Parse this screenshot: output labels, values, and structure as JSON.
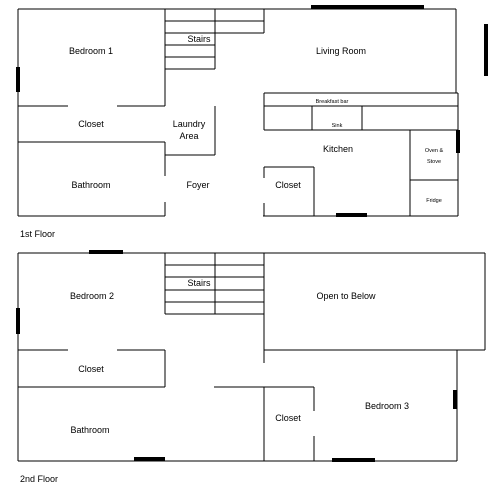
{
  "floors": [
    {
      "caption": "1st Floor",
      "rooms": {
        "bedroom": "Bedroom 1",
        "stairs": "Stairs",
        "living": "Living Room",
        "closet_left": "Closet",
        "laundry_line1": "Laundry",
        "laundry_line2": "Area",
        "breakfast_bar": "Breakfast bar",
        "sink": "Sink",
        "kitchen": "Kitchen",
        "oven_line1": "Oven &",
        "oven_line2": "Stove",
        "bathroom": "Bathroom",
        "foyer": "Foyer",
        "closet_right": "Closet",
        "fridge": "Fridge"
      }
    },
    {
      "caption": "2nd Floor",
      "rooms": {
        "bedroom2": "Bedroom 2",
        "stairs": "Stairs",
        "open_below": "Open to Below",
        "closet_left": "Closet",
        "bathroom": "Bathroom",
        "closet_right": "Closet",
        "bedroom3": "Bedroom 3"
      }
    }
  ]
}
